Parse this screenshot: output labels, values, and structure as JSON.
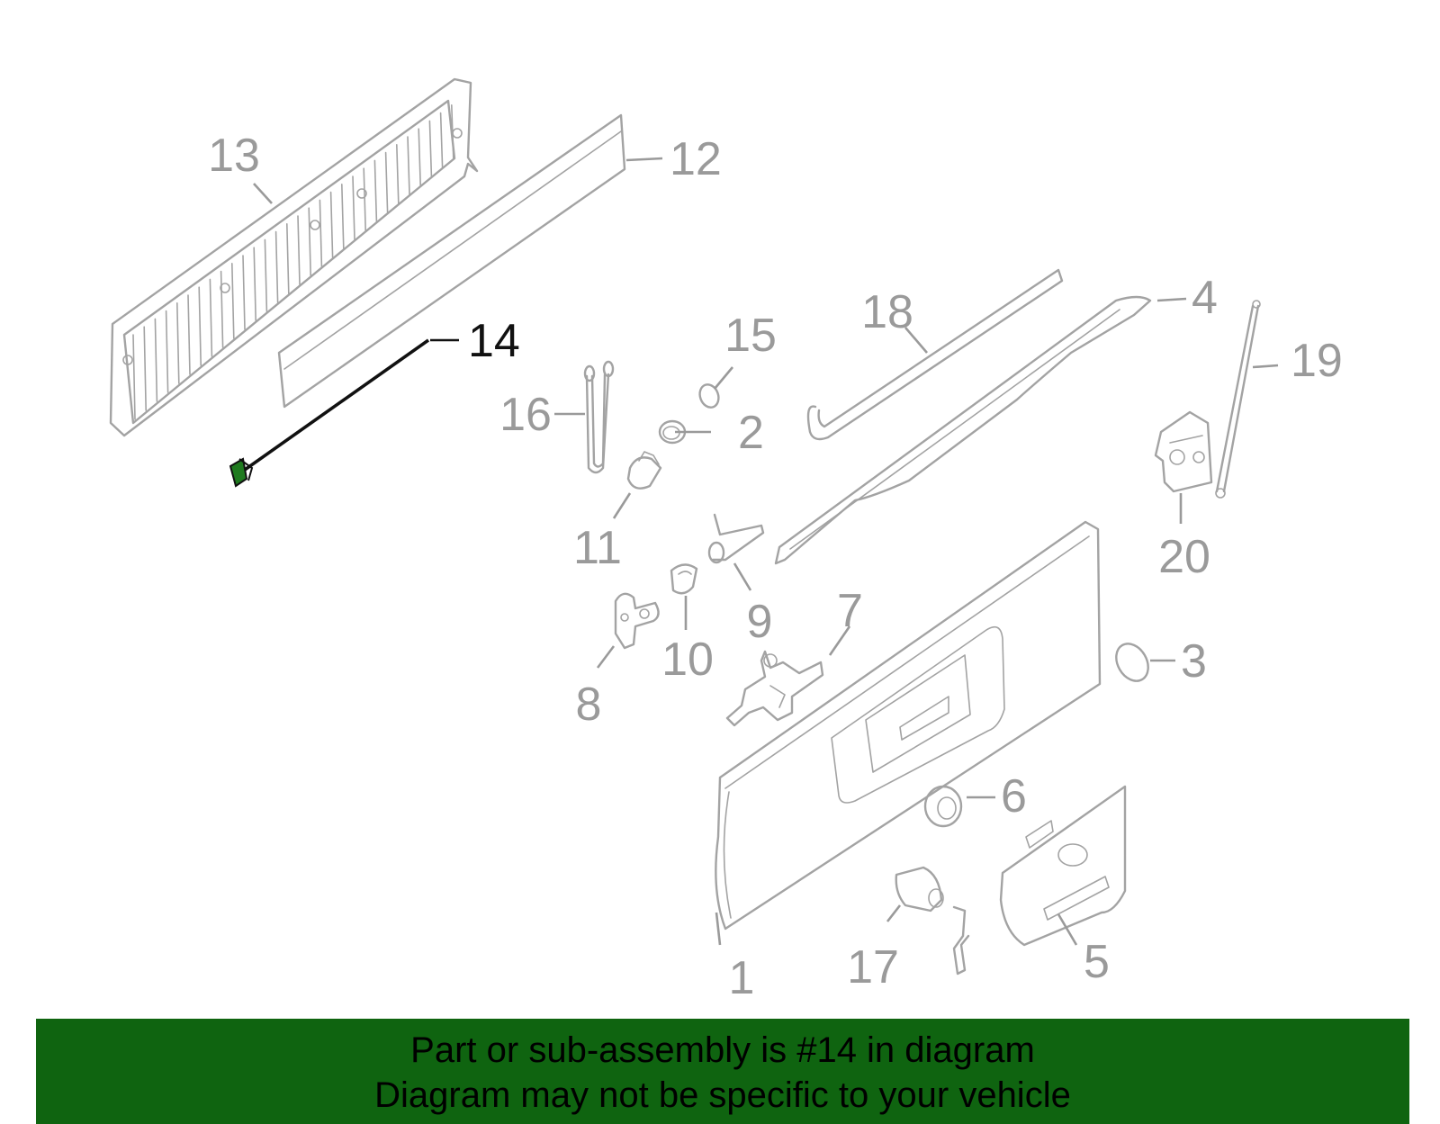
{
  "diagram": {
    "callouts": [
      {
        "id": "1",
        "text": "1"
      },
      {
        "id": "2",
        "text": "2"
      },
      {
        "id": "3",
        "text": "3"
      },
      {
        "id": "4",
        "text": "4"
      },
      {
        "id": "5",
        "text": "5"
      },
      {
        "id": "6",
        "text": "6"
      },
      {
        "id": "7",
        "text": "7"
      },
      {
        "id": "8",
        "text": "8"
      },
      {
        "id": "9",
        "text": "9"
      },
      {
        "id": "10",
        "text": "10"
      },
      {
        "id": "11",
        "text": "11"
      },
      {
        "id": "12",
        "text": "12"
      },
      {
        "id": "13",
        "text": "13"
      },
      {
        "id": "14",
        "text": "14"
      },
      {
        "id": "15",
        "text": "15"
      },
      {
        "id": "16",
        "text": "16"
      },
      {
        "id": "17",
        "text": "17"
      },
      {
        "id": "18",
        "text": "18"
      },
      {
        "id": "19",
        "text": "19"
      },
      {
        "id": "20",
        "text": "20"
      }
    ],
    "highlighted_part": "14",
    "colors": {
      "line": "#a3a3a3",
      "label": "#9a9a9a",
      "highlight": "#111111",
      "part_highlight": "#1f7a1f",
      "banner": "#0f6410"
    }
  },
  "banner": {
    "line1": "Part or sub-assembly is #14 in diagram",
    "line2": "Diagram may not be specific to your vehicle"
  }
}
